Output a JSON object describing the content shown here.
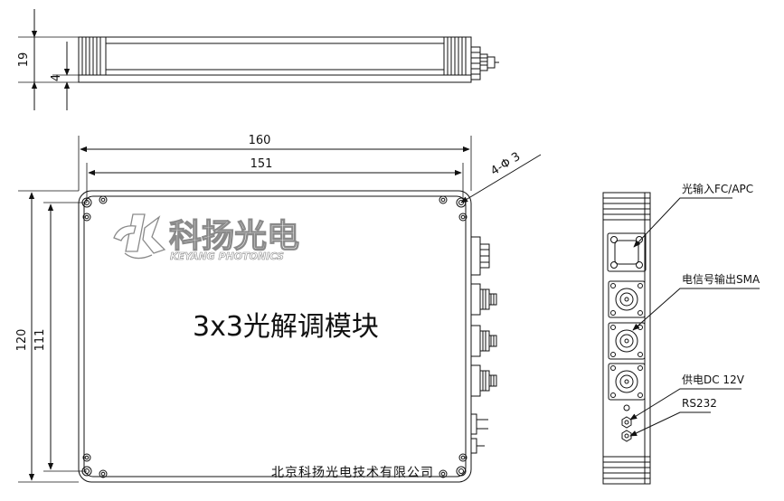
{
  "side_view": {
    "dim_height": "19",
    "dim_flange": "4"
  },
  "main_view": {
    "dim_width_outer": "160",
    "dim_width_holes": "151",
    "dim_height_outer": "120",
    "dim_height_holes": "111",
    "hole_callout": "4-Φ 3",
    "product_title": "3x3光解调模块",
    "company_name": "北京科扬光电技术有限公司"
  },
  "logo": {
    "chinese": "科扬光电",
    "english": "KEYANG PHOTONICS"
  },
  "end_view": {
    "label_optical_input": "光输入FC/APC",
    "label_signal_output": "电信号输出SMA",
    "label_power": "供电DC 12V",
    "label_rs232": "RS232"
  }
}
